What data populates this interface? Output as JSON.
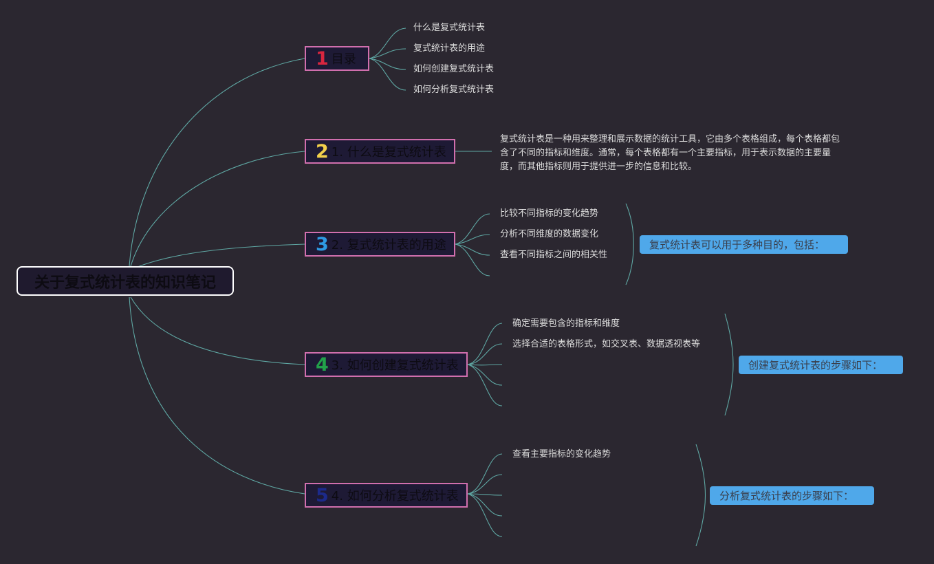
{
  "root": {
    "title": "关于复式统计表的知识笔记"
  },
  "branches": [
    {
      "num": "1",
      "num_color": "#d9263f",
      "label": "目录"
    },
    {
      "num": "2",
      "num_color": "#f2d04b",
      "label": "1. 什么是复式统计表"
    },
    {
      "num": "3",
      "num_color": "#2e9be4",
      "label": "2. 复式统计表的用途"
    },
    {
      "num": "4",
      "num_color": "#22a14a",
      "label": "3. 如何创建复式统计表"
    },
    {
      "num": "5",
      "num_color": "#1c2a8a",
      "label": "4. 如何分析复式统计表"
    }
  ],
  "toc": [
    "什么是复式统计表",
    "复式统计表的用途",
    "如何创建复式统计表",
    "如何分析复式统计表"
  ],
  "definition": "复式统计表是一种用来整理和展示数据的统计工具，它由多个表格组成，每个表格都包含了不同的指标和维度。通常，每个表格都有一个主要指标，用于表示数据的主要量度，而其他指标则用于提供进一步的信息和比较。",
  "uses": {
    "items": [
      "比较不同指标的变化趋势",
      "分析不同维度的数据变化",
      "查看不同指标之间的相关性"
    ],
    "summary": "复式统计表可以用于多种目的，包括："
  },
  "create": {
    "items": [
      "确定需要包含的指标和维度",
      "选择合适的表格形式，如交叉表、数据透视表等"
    ],
    "summary": "创建复式统计表的步骤如下："
  },
  "analyze": {
    "items": [
      "查看主要指标的变化趋势"
    ],
    "summary": "分析复式统计表的步骤如下："
  },
  "colors": {
    "background": "#2b2730",
    "link": "#5fa8a4",
    "branch_border": "#d16fae",
    "summary_bg": "#4fa8ea"
  }
}
